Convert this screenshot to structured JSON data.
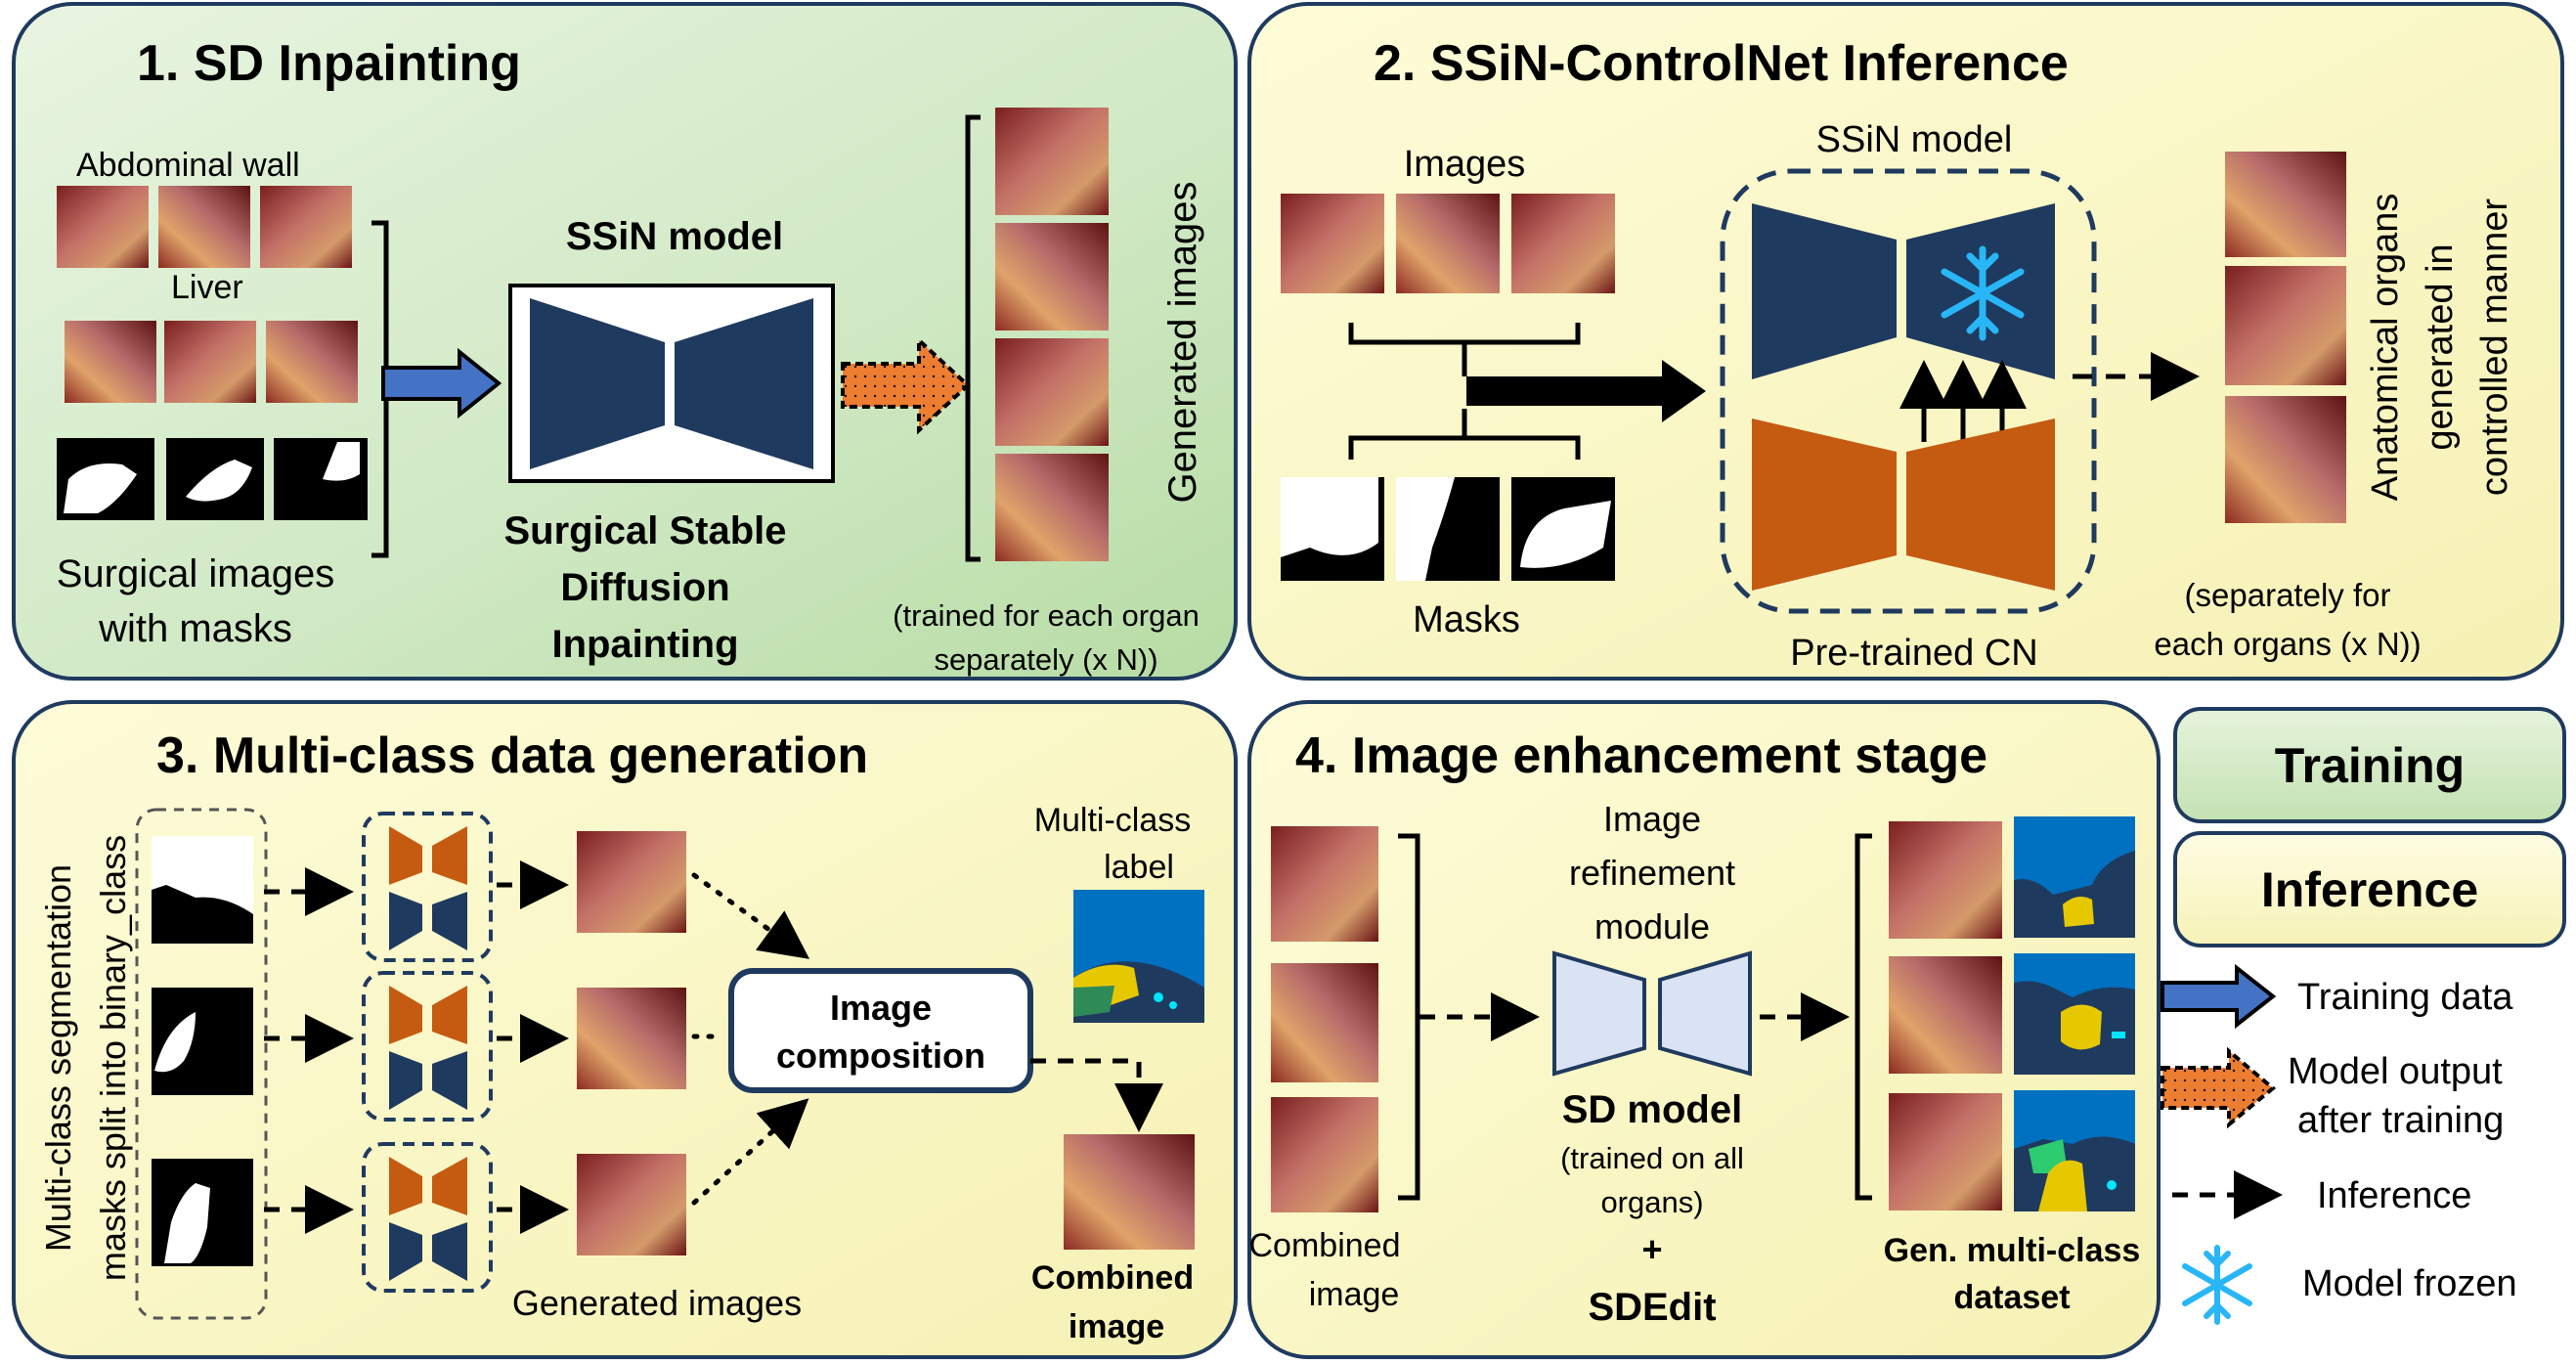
{
  "panel1": {
    "title": "1. SD Inpainting",
    "label_abdominal_wall": "Abdominal wall",
    "label_liver": "Liver",
    "caption_line1": "Surgical images",
    "caption_line2": "with masks",
    "model_title": "SSiN model",
    "model_name_line1": "Surgical Stable",
    "model_name_line2": "Diffusion",
    "model_name_line3": "Inpainting",
    "generated_label": "Generated images",
    "trained_note_line1": "(trained for each organ",
    "trained_note_line2": "separately (x N))"
  },
  "panel2": {
    "title": "2. SSiN-ControlNet Inference",
    "images_label": "Images",
    "masks_label": "Masks",
    "model_title": "SSiN model",
    "cn_label": "Pre-trained CN",
    "output_line1": "Anatomical organs",
    "output_line2": "generated in",
    "output_line3": "controlled manner",
    "note_line1": "(separately for",
    "note_line2": "each organs (x N))"
  },
  "panel3": {
    "title": "3. Multi-class data generation",
    "side_line1": "Multi-class segmentation",
    "side_line2": "masks split into binary_class",
    "generated_label": "Generated images",
    "composition_line1": "Image",
    "composition_line2": "composition",
    "label_line1": "Multi-class",
    "label_line2": "label",
    "combined_line1": "Combined",
    "combined_line2": "image"
  },
  "panel4": {
    "title": "4. Image enhancement stage",
    "module_line1": "Image",
    "module_line2": "refinement",
    "module_line3": "module",
    "sd_model": "SD model",
    "trained_line1": "(trained on all",
    "trained_line2": "organs)",
    "plus": "+",
    "sdedit": "SDEdit",
    "combined_line1": "Combined",
    "combined_line2": "image",
    "dataset_line1": "Gen. multi-class",
    "dataset_line2": "dataset"
  },
  "legend": {
    "training": "Training",
    "inference": "Inference",
    "training_data": "Training data",
    "model_output_line1": "Model output",
    "model_output_line2": "after training",
    "inference_arrow": "Inference",
    "model_frozen": "Model frozen"
  },
  "colors": {
    "navy": "#1f3a5f",
    "orange": "#c55a11",
    "light_blue": "#dae3f3",
    "arrow_blue": "#4472c4",
    "arrow_orange": "#ed7d31",
    "snowflake": "#29b6f6",
    "panel_green": "#cfe8c3",
    "panel_yellow": "#fdfbd1"
  }
}
